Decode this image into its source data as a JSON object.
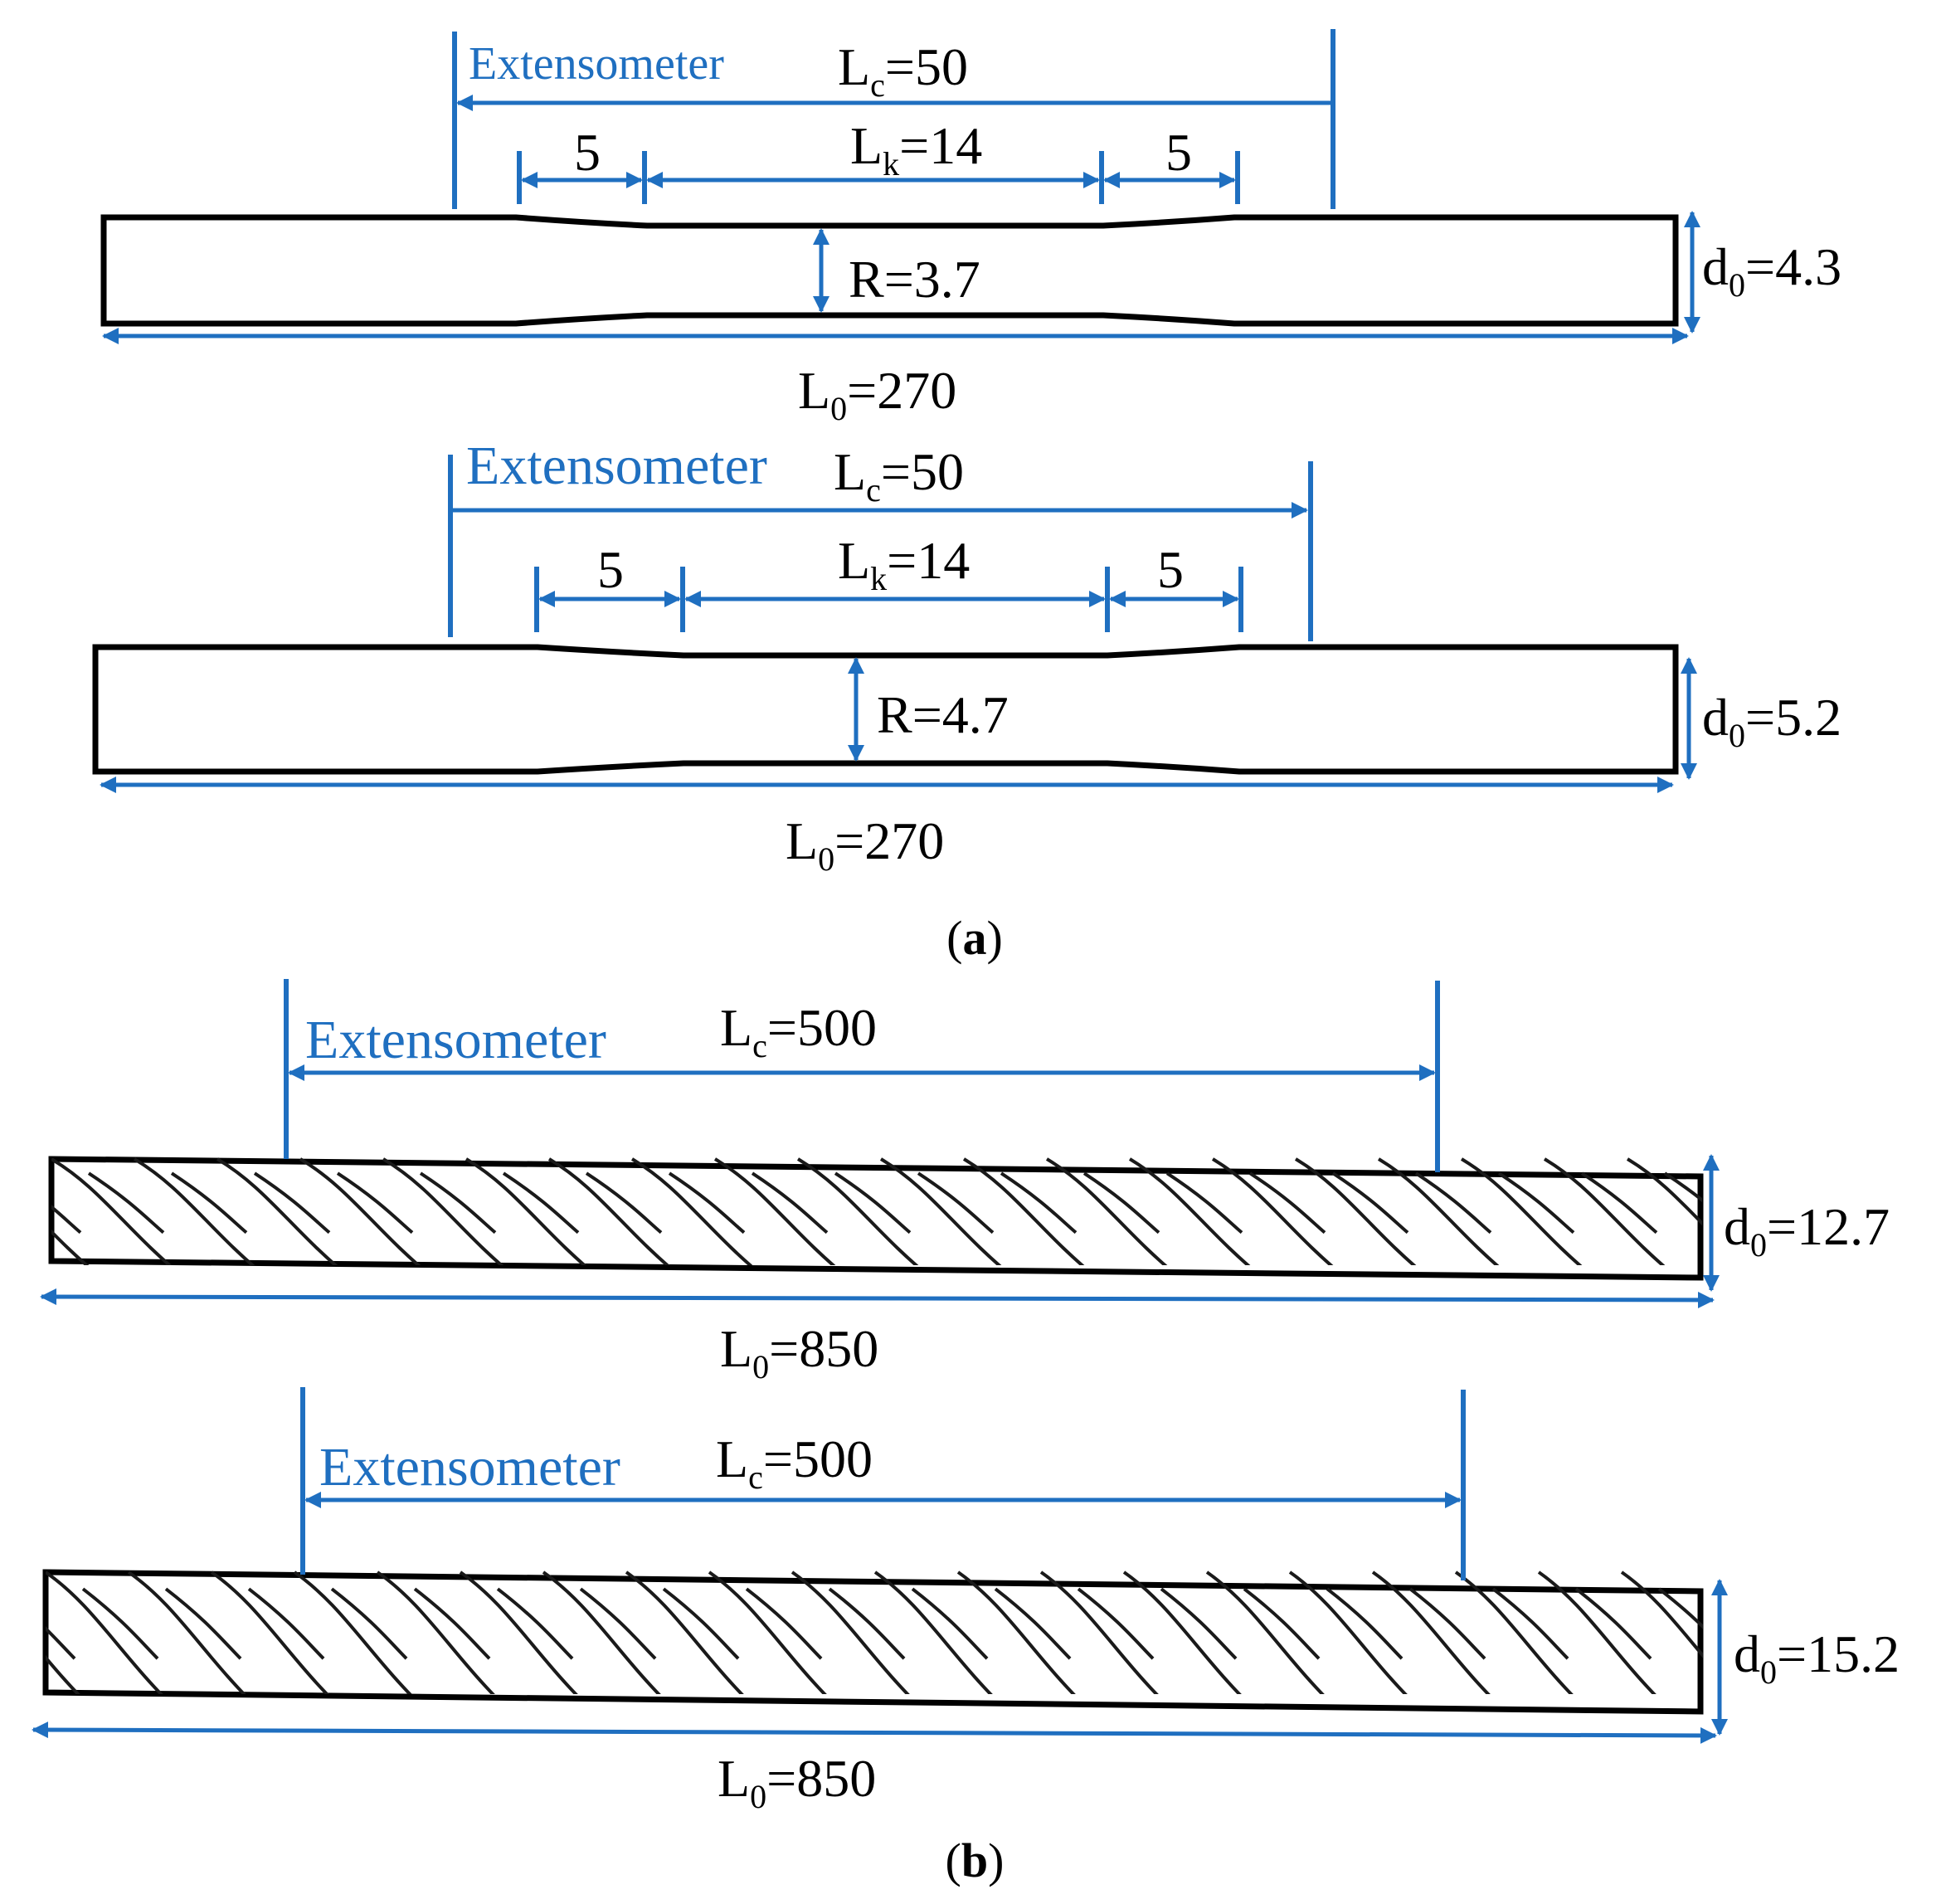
{
  "accent_color": "#1f6fc0",
  "arrow_icon": "dimension-arrow-icon",
  "panel_a": {
    "caption": "a",
    "specimens": [
      {
        "extensometer_label": "Extensometer",
        "lc": {
          "main": "L",
          "sub": "c",
          "value": "=50"
        },
        "lk": {
          "main": "L",
          "sub": "k",
          "value": "=14"
        },
        "transition_left": "5",
        "transition_right": "5",
        "radius": "R=3.7",
        "d0": {
          "main": "d",
          "sub": "0",
          "value": "=4.3"
        },
        "l0": {
          "main": "L",
          "sub": "0",
          "value": "=270"
        }
      },
      {
        "extensometer_label": "Extensometer",
        "lc": {
          "main": "L",
          "sub": "c",
          "value": "=50"
        },
        "lk": {
          "main": "L",
          "sub": "k",
          "value": "=14"
        },
        "transition_left": "5",
        "transition_right": "5",
        "radius": "R=4.7",
        "d0": {
          "main": "d",
          "sub": "0",
          "value": "=5.2"
        },
        "l0": {
          "main": "L",
          "sub": "0",
          "value": "=270"
        }
      }
    ]
  },
  "panel_b": {
    "caption": "b",
    "specimens": [
      {
        "extensometer_label": "Extensometer",
        "lc": {
          "main": "L",
          "sub": "c",
          "value": "=500"
        },
        "d0": {
          "main": "d",
          "sub": "0",
          "value": "=12.7"
        },
        "l0": {
          "main": "L",
          "sub": "0",
          "value": "=850"
        }
      },
      {
        "extensometer_label": "Extensometer",
        "lc": {
          "main": "L",
          "sub": "c",
          "value": "=500"
        },
        "d0": {
          "main": "d",
          "sub": "0",
          "value": "=15.2"
        },
        "l0": {
          "main": "L",
          "sub": "0",
          "value": "=850"
        }
      }
    ]
  }
}
